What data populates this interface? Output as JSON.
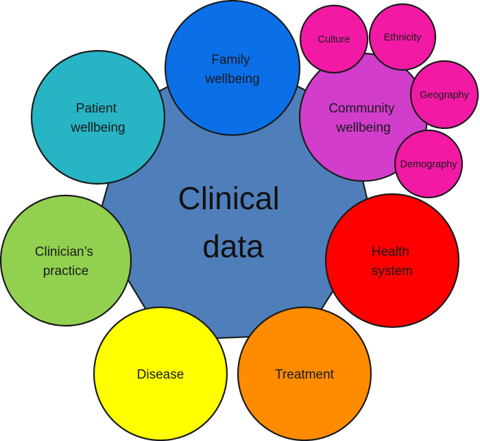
{
  "center": {
    "title_lines": [
      "Clinical",
      "data"
    ],
    "color": "#4f7fba"
  },
  "nodes": [
    {
      "id": "family-wellbeing",
      "lines": [
        "Family",
        "wellbeing"
      ],
      "color": "#0b6fe8"
    },
    {
      "id": "patient-wellbeing",
      "lines": [
        "Patient",
        "wellbeing"
      ],
      "color": "#27b4c4"
    },
    {
      "id": "community-wellbeing",
      "lines": [
        "Community",
        "wellbeing"
      ],
      "color": "#d23dcc"
    },
    {
      "id": "clinicians-practice",
      "lines": [
        "Clinician’s",
        "practice"
      ],
      "color": "#92d050"
    },
    {
      "id": "health-system",
      "lines": [
        "Health",
        "system"
      ],
      "color": "#ff0000"
    },
    {
      "id": "disease",
      "lines": [
        "Disease"
      ],
      "color": "#ffff00"
    },
    {
      "id": "treatment",
      "lines": [
        "Treatment"
      ],
      "color": "#ff8c00"
    }
  ],
  "sub_nodes": [
    {
      "id": "culture",
      "label": "Culture",
      "color": "#f21aa4"
    },
    {
      "id": "ethnicity",
      "label": "Ethnicity",
      "color": "#f21aa4"
    },
    {
      "id": "geography",
      "label": "Geography",
      "color": "#f21aa4"
    },
    {
      "id": "demography",
      "label": "Demography",
      "color": "#f21aa4"
    }
  ]
}
